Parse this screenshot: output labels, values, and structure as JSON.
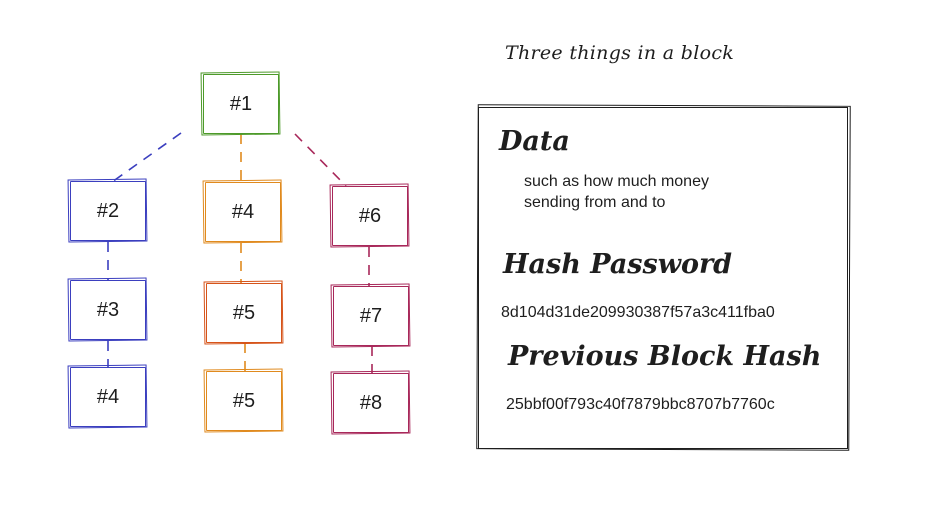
{
  "title": "Three things in a block",
  "nodes": {
    "n1": "#1",
    "n2": "#2",
    "n3": "#3",
    "n4a": "#4",
    "n4b": "#4",
    "n5a": "#5",
    "n5b": "#5",
    "n6": "#6",
    "n7": "#7",
    "n8": "#8"
  },
  "colors": {
    "green": "#4d9a2a",
    "blue": "#3b3fbf",
    "orange": "#e08a1e",
    "red": "#d6541a",
    "plum": "#a8285a",
    "ink": "#1e1e1e"
  },
  "block": {
    "data_heading": "Data",
    "data_description_line1": "such as how much money",
    "data_description_line2": "sending from and to",
    "hash_heading": "Hash Password",
    "hash_value": "8d104d31de209930387f57a3c411fba0",
    "prev_heading": "Previous Block Hash",
    "prev_value": "25bbf00f793c40f7879bbc8707b7760c"
  }
}
